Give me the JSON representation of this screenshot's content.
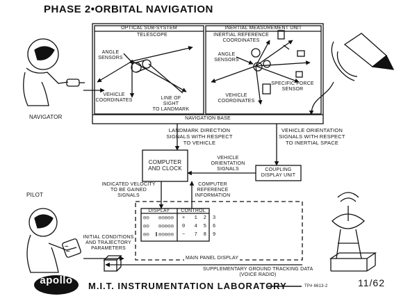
{
  "title": "PHASE 2•ORBITAL NAVIGATION",
  "optical": {
    "title": "OPTICAL SUB-SYSTEM",
    "telescope": "TELESCOPE",
    "angle_sensors": "ANGLE\nSENSORS",
    "vehicle_coords": "VEHICLE\nCOORDINATES",
    "line_of_sight": "LINE OF\nSIGHT\nTO LANDMARK"
  },
  "imu": {
    "title": "INERTIAL MEASUREMENT UNIT",
    "ref_coords": "INERTIAL REFERENCE\nCOORDINATES",
    "angle_sensors": "ANGLE\nSENSORS",
    "specific_force": "SPECIFIC FORCE\nSENSOR",
    "vehicle_coords": "VEHICLE\nCOORDINATES"
  },
  "nav_base": "NAVIGATION BASE",
  "navigator": "NAVIGATOR",
  "pilot": "PILOT",
  "landmark_signals": "LANDMARK DIRECTION\nSIGNALS WITH RESPECT\nTO VEHICLE",
  "orientation_inertial": "VEHICLE ORIENTATION\nSIGNALS WITH RESPECT\nTO INERTIAL SPACE",
  "computer": "COMPUTER\nAND CLOCK",
  "orientation_signals": "VEHICLE\nORIENTATION\nSIGNALS",
  "coupling": "COUPLING\nDISPLAY UNIT",
  "indicated_velocity": "INDICATED VELOCITY\nTO BE GAINED\nSIGNALS",
  "computer_ref": "COMPUTER\nREFERENCE\nINFORMATION",
  "display": {
    "title": "DISPLAY",
    "rows": [
      "◎◎   ◎◎◎◎◎",
      "◎◎   ◎◎◎◎◎",
      "◎◎   ◎◎◎◎◎"
    ]
  },
  "control": {
    "title": "CONTROL",
    "rows": [
      "+   1  2  3",
      "0   4  5  6",
      "−   7  8  9"
    ]
  },
  "main_panel": "MAIN PANEL DISPLAY",
  "initial_conditions": "INITIAL CONDITIONS\nAND TRAJECTORY\nPARAMETERS",
  "ground_tracking": "SUPPLEMENTARY GROUND TRACKING DATA\n(VOICE RADIO)",
  "apollo": "apollo",
  "lab": "M.I.T. INSTRUMENTATION LABORATORY",
  "tp_number": "TP# 6613-2",
  "date": "11/62"
}
